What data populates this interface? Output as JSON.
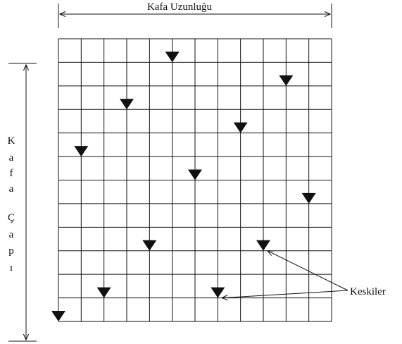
{
  "diagram": {
    "top_label": "Kafa Uzunluğu",
    "side_label_letters": [
      "K",
      "a",
      "f",
      "a",
      "Ç",
      "a",
      "p",
      "ı"
    ],
    "callout_label": "Keskiler",
    "grid_columns": 12,
    "grid_rows": 12,
    "cutters": [
      {
        "col": 0,
        "row": 11
      },
      {
        "col": 1,
        "row": 4
      },
      {
        "col": 2,
        "row": 10
      },
      {
        "col": 3,
        "row": 2
      },
      {
        "col": 4,
        "row": 8
      },
      {
        "col": 5,
        "row": 0
      },
      {
        "col": 6,
        "row": 5
      },
      {
        "col": 7,
        "row": 10
      },
      {
        "col": 8,
        "row": 3
      },
      {
        "col": 9,
        "row": 8
      },
      {
        "col": 10,
        "row": 1
      },
      {
        "col": 11,
        "row": 6
      }
    ],
    "callout_targets": [
      {
        "col": 9,
        "row": 8
      },
      {
        "col": 7,
        "row": 10
      }
    ],
    "colors": {
      "ink": "#111111",
      "background": "#ffffff"
    }
  }
}
